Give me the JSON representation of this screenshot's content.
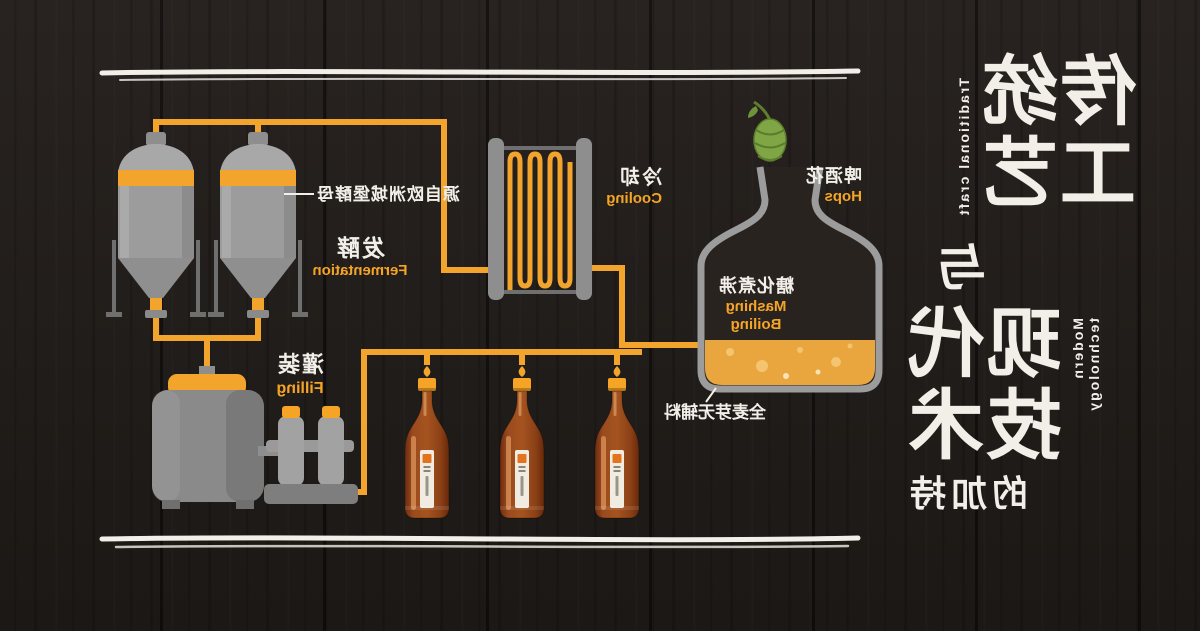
{
  "poster": {
    "title": {
      "zh_1": "传统",
      "zh_2": "工艺",
      "en_top": "Traditional craft",
      "zh_and": "与",
      "zh_3": "现代",
      "zh_4": "技术",
      "en_bottom": "Modern technology",
      "zh_tail": "的加持"
    },
    "stages": {
      "fermentation": {
        "zh": "发酵",
        "en": "Fermentation",
        "note": "源自欧洲城堡酵母"
      },
      "cooling": {
        "zh": "冷却",
        "en": "Cooling"
      },
      "hops": {
        "zh": "啤酒花",
        "en": "Hops"
      },
      "mashing": {
        "zh": "糖化煮沸",
        "en_line1": "Mashing",
        "en_line2": "Boiling",
        "note": "全麦芽无辅料"
      },
      "filling": {
        "zh": "灌装",
        "en": "Filling"
      }
    },
    "colors": {
      "accent_orange": "#F6A426",
      "steel_gray": "#9C9C9C",
      "chalk_white": "#F2EFE9",
      "hop_green": "#7FA544",
      "bottle_amber": "#94451C",
      "wort_gold": "#E9A63F",
      "background": "#221E1B"
    }
  }
}
